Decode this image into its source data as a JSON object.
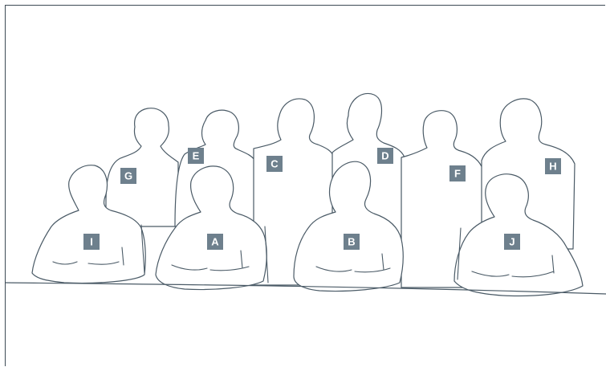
{
  "colors": {
    "outline": "#4a5a66",
    "badge_fill": "#6e808d",
    "badge_text": "#ffffff",
    "frame": "#3d4a55"
  },
  "people": {
    "A": "A",
    "B": "B",
    "C": "C",
    "D": "D",
    "E": "E",
    "F": "F",
    "G": "G",
    "H": "H",
    "I": "I",
    "J": "J"
  }
}
